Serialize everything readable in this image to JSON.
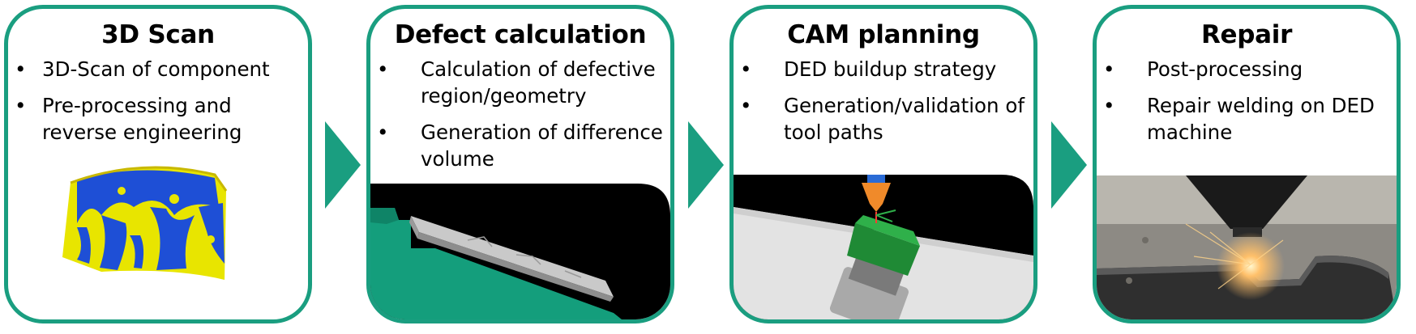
{
  "accent_color": "#1a9e80",
  "steps": [
    {
      "title": "3D Scan",
      "bullets": [
        "3D-Scan of component",
        "Pre-processing and reverse engineering"
      ],
      "image": "turbine-blade-3d-scan-image"
    },
    {
      "title": "Defect calculation",
      "bullets": [
        "Calculation of defective region/geometry",
        "Generation of difference volume"
      ],
      "image": "defect-geometry-render-image"
    },
    {
      "title": "CAM planning",
      "bullets": [
        "DED buildup strategy",
        "Generation/validation of tool paths"
      ],
      "image": "toolpath-simulation-image"
    },
    {
      "title": "Repair",
      "bullets": [
        "Post-processing",
        "Repair welding on DED machine"
      ],
      "image": "ded-welding-photo-image"
    }
  ],
  "arrows": [
    "arrow-right-icon",
    "arrow-right-icon",
    "arrow-right-icon"
  ]
}
